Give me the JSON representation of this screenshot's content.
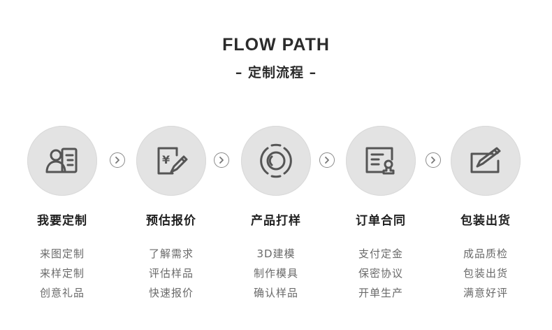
{
  "header": {
    "title_en": "FLOW PATH",
    "title_cn": "– 定制流程 –"
  },
  "steps": [
    {
      "title": "我要定制",
      "icon": "user-card-icon",
      "items": [
        "来图定制",
        "来样定制",
        "创意礼品"
      ]
    },
    {
      "title": "预估报价",
      "icon": "price-quote-icon",
      "items": [
        "了解需求",
        "评估样品",
        "快速报价"
      ]
    },
    {
      "title": "产品打样",
      "icon": "sample-circle-icon",
      "items": [
        "3D建模",
        "制作模具",
        "确认样品"
      ]
    },
    {
      "title": "订单合同",
      "icon": "contract-stamp-icon",
      "items": [
        "支付定金",
        "保密协议",
        "开单生产"
      ]
    },
    {
      "title": "包装出货",
      "icon": "sign-edit-icon",
      "items": [
        "成品质检",
        "包装出货",
        "满意好评"
      ]
    }
  ],
  "colors": {
    "circle_bg": "#e3e3e3",
    "icon": "#555555",
    "text_sub": "#6a6a6a"
  }
}
